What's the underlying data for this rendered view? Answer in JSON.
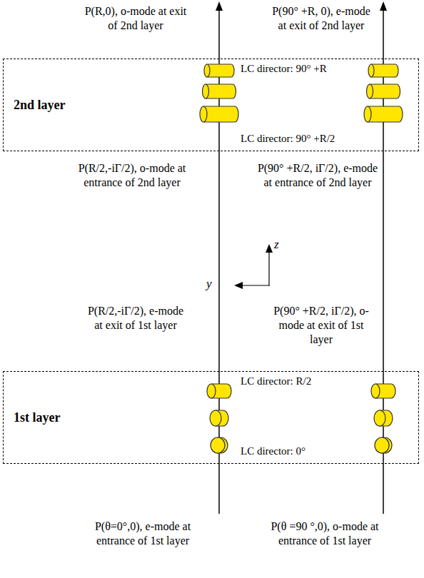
{
  "diagram": {
    "nodes": [
      {
        "text": [
          "2nd layer",
          "LC director: 90° +R",
          "LC director: 90° +R/2"
        ]
      },
      {
        "text": [
          "1st layer",
          "LC director: R/2",
          "LC director: 0°"
        ]
      }
    ],
    "edges": [
      {
        "from": 1,
        "to": 0,
        "arrow": "none"
      },
      {
        "from": 1,
        "to": 0,
        "arrow": "none"
      }
    ],
    "labels": [
      "P(R,0), o-mode at exit of 2nd layer",
      "P(90° +R, 0), e-mode at exit of 2nd layer",
      "P(R/2,-iΓ/2), o-mode at entrance of 2nd layer",
      "P(90° +R/2, iΓ/2), e-mode at entrance of 2nd layer",
      "z",
      "y",
      "P(R/2,-iΓ/2), e-mode at exit of 1st layer",
      "P(90° +R/2, iΓ/2), o-mode at exit of 1st layer",
      "P(θ=0°,0), e-mode at entrance of 1st layer",
      "P(θ =90 °,0), o-mode at entrance of 1st layer"
    ]
  }
}
